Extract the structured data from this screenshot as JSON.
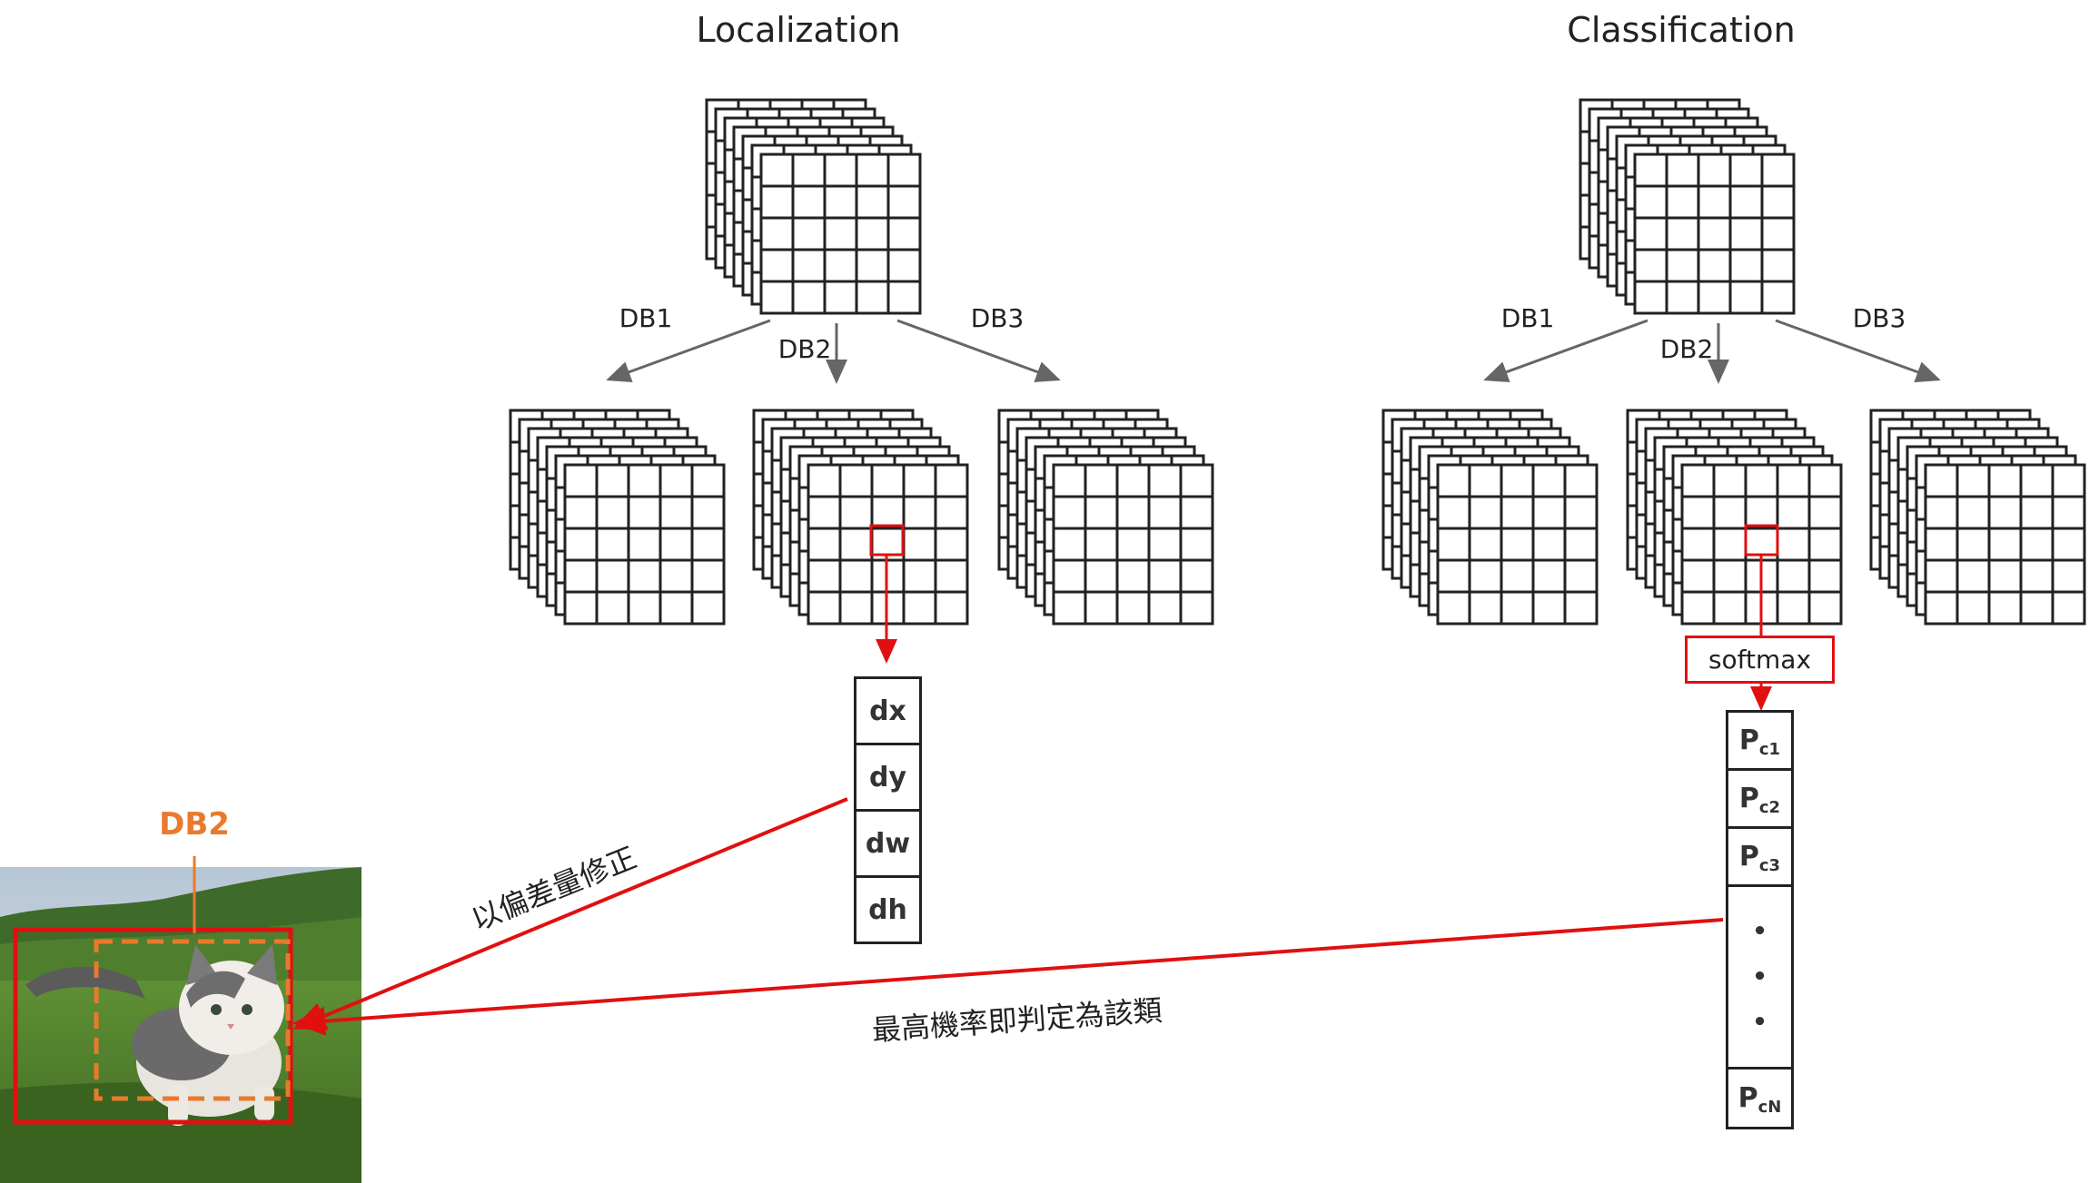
{
  "titles": {
    "localization": "Localization",
    "classification": "Classification"
  },
  "branches": {
    "localization": [
      "DB1",
      "DB2",
      "DB3"
    ],
    "classification": [
      "DB1",
      "DB2",
      "DB3"
    ]
  },
  "offsets": [
    "dx",
    "dy",
    "dw",
    "dh"
  ],
  "softmax_label": "softmax",
  "probabilities": {
    "items": [
      {
        "p": "P",
        "sub": "c1"
      },
      {
        "p": "P",
        "sub": "c2"
      },
      {
        "p": "P",
        "sub": "c3"
      }
    ],
    "dots": [
      "•",
      "•",
      "•"
    ],
    "last": {
      "p": "P",
      "sub": "cN"
    }
  },
  "photo": {
    "box_label": "DB2",
    "description_colors": {
      "sky": "#c9d6e3",
      "hills": "#3f6b2a",
      "grass": "#4e7d2b"
    }
  },
  "annotations": {
    "offset_correction": "以偏差量修正",
    "highest_probability": "最高機率即判定為該類"
  },
  "colors": {
    "highlight": "#e01010",
    "orange": "#e97a2c",
    "arrow_gray": "#666666",
    "grid": "#222222"
  }
}
